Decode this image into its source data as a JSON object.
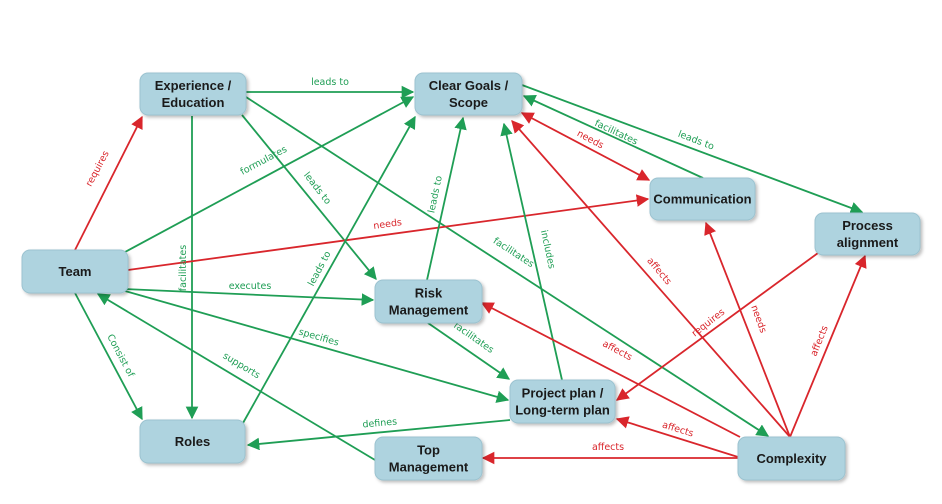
{
  "colors": {
    "positive": "#1f9e55",
    "negative": "#d9262c",
    "node_fill": "#aed3df"
  },
  "nodes": [
    {
      "id": "exp",
      "lines": [
        "Experience /",
        "Education"
      ]
    },
    {
      "id": "goals",
      "lines": [
        "Clear Goals /",
        "Scope"
      ]
    },
    {
      "id": "team",
      "lines": [
        "Team"
      ]
    },
    {
      "id": "risk",
      "lines": [
        "Risk",
        "Management"
      ]
    },
    {
      "id": "comm",
      "lines": [
        "Communication"
      ]
    },
    {
      "id": "proc",
      "lines": [
        "Process",
        "alignment"
      ]
    },
    {
      "id": "roles",
      "lines": [
        "Roles"
      ]
    },
    {
      "id": "topm",
      "lines": [
        "Top",
        "Management"
      ]
    },
    {
      "id": "proj",
      "lines": [
        "Project plan /",
        "Long-term plan"
      ]
    },
    {
      "id": "cplx",
      "lines": [
        "Complexity"
      ]
    }
  ],
  "edges": [
    {
      "from": "team",
      "to": "exp",
      "label": "requires",
      "type": "negative"
    },
    {
      "from": "exp",
      "to": "goals",
      "label": "leads to",
      "type": "positive"
    },
    {
      "from": "exp",
      "to": "roles",
      "label": "facilitates",
      "type": "positive"
    },
    {
      "from": "exp",
      "to": "risk",
      "label": "leads to",
      "type": "positive"
    },
    {
      "from": "exp",
      "to": "cplx",
      "label": "facilitates",
      "type": "positive"
    },
    {
      "from": "team",
      "to": "goals",
      "label": "formulates",
      "type": "positive"
    },
    {
      "from": "team",
      "to": "comm",
      "label": "needs",
      "type": "negative"
    },
    {
      "from": "team",
      "to": "risk",
      "label": "executes",
      "type": "positive"
    },
    {
      "from": "team",
      "to": "proj",
      "label": "specifies",
      "type": "positive"
    },
    {
      "from": "team",
      "to": "roles",
      "label": "Consist of",
      "type": "positive"
    },
    {
      "from": "topm",
      "to": "team",
      "label": "supports",
      "type": "positive"
    },
    {
      "from": "roles",
      "to": "goals",
      "label": "leads to",
      "type": "positive"
    },
    {
      "from": "risk",
      "to": "goals",
      "label": "leads to",
      "type": "positive"
    },
    {
      "from": "risk",
      "to": "proj",
      "label": "facilitates",
      "type": "positive"
    },
    {
      "from": "proj",
      "to": "goals",
      "label": "includes",
      "type": "positive"
    },
    {
      "from": "proj",
      "to": "roles",
      "label": "defines",
      "type": "positive"
    },
    {
      "from": "goals",
      "to": "comm",
      "label": "needs",
      "type": "negative",
      "bidirectional": true
    },
    {
      "from": "comm",
      "to": "goals",
      "label": "facilitates",
      "type": "positive"
    },
    {
      "from": "goals",
      "to": "proc",
      "label": "leads to",
      "type": "positive"
    },
    {
      "from": "cplx",
      "to": "goals",
      "label": "affects",
      "type": "negative"
    },
    {
      "from": "cplx",
      "to": "comm",
      "label": "needs",
      "type": "negative"
    },
    {
      "from": "cplx",
      "to": "proc",
      "label": "affects",
      "type": "negative"
    },
    {
      "from": "proc",
      "to": "proj",
      "label": "requires",
      "type": "negative"
    },
    {
      "from": "cplx",
      "to": "risk",
      "label": "affects",
      "type": "negative"
    },
    {
      "from": "cplx",
      "to": "proj",
      "label": "affects",
      "type": "negative"
    },
    {
      "from": "cplx",
      "to": "topm",
      "label": "affects",
      "type": "negative"
    }
  ]
}
